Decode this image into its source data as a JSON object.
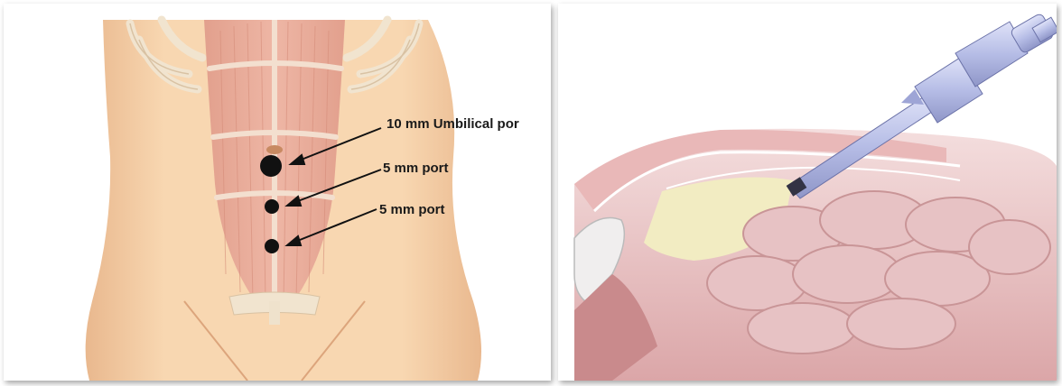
{
  "figure": {
    "left_panel": {
      "labels": {
        "umbilical_port": "10 mm Umbilical por",
        "port_upper": "5 mm port",
        "port_lower": "5 mm port"
      }
    },
    "right_panel": {}
  },
  "colors": {
    "skin": "#f5cfa4",
    "skin_shadow": "#e4b086",
    "muscle": "#e8a896",
    "tendon": "#f3e0d0",
    "port_dot": "#111111",
    "cavity": "#e9c9c9",
    "bowel": "#e3b7b9",
    "trocar": "#b9bfe8"
  }
}
